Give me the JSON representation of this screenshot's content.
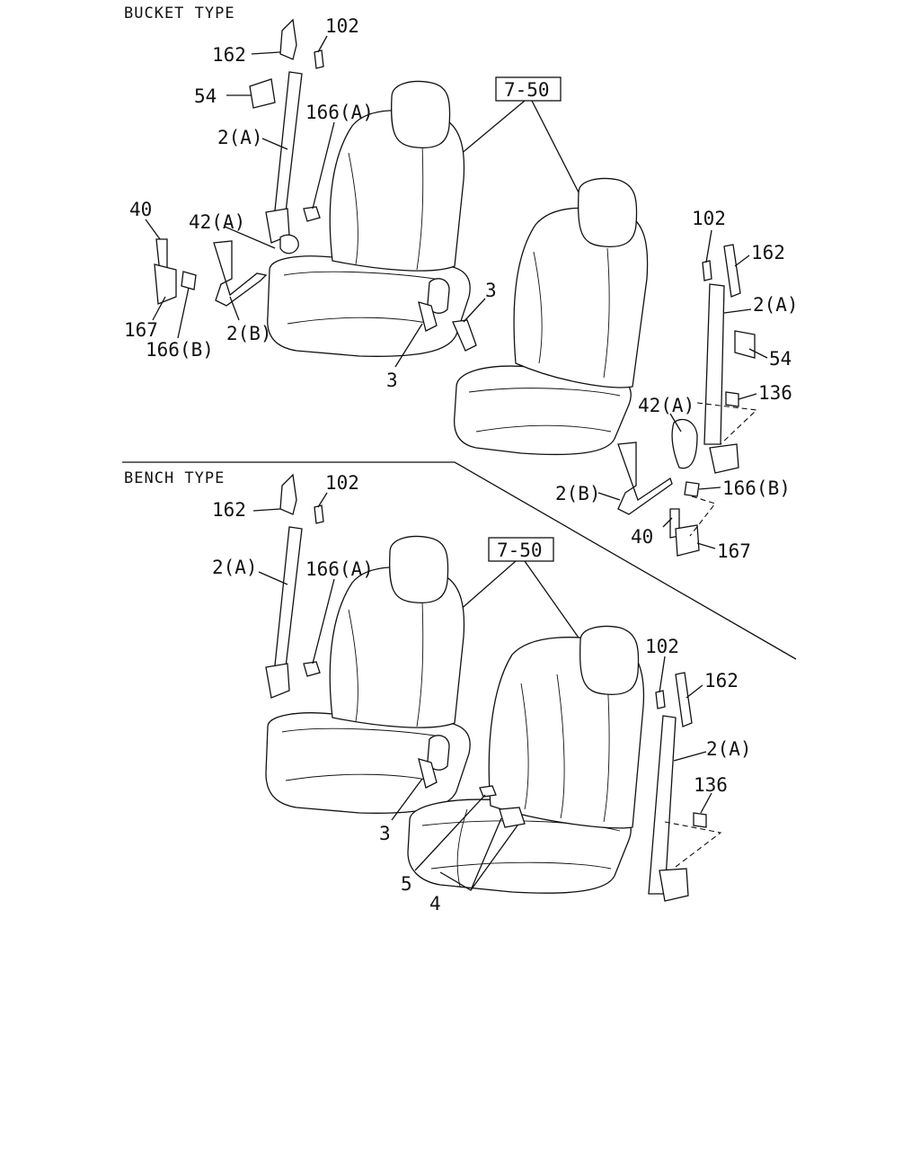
{
  "sections": [
    {
      "id": "bucket",
      "header": "BUCKET TYPE"
    },
    {
      "id": "bench",
      "header": "BENCH TYPE"
    }
  ],
  "refs": {
    "seat_ref": "7-50"
  },
  "labels": {
    "bucket": {
      "l162a": "162",
      "l102a": "102",
      "l54a": "54",
      "l166Aa": "166(A)",
      "l2Aa": "2(A)",
      "l40a": "40",
      "l42Aa": "42(A)",
      "l167a": "167",
      "l166Ba": "166(B)",
      "l2Ba": "2(B)",
      "l3a": "3",
      "l3b": "3",
      "l102b": "102",
      "l162b": "162",
      "l2Ab": "2(A)",
      "l54b": "54",
      "l136b": "136",
      "l42Ab": "42(A)",
      "l2Bb": "2(B)",
      "l166Bb": "166(B)",
      "l40b": "40",
      "l167b": "167"
    },
    "bench": {
      "l162a": "162",
      "l102a": "102",
      "l2Aa": "2(A)",
      "l166Aa": "166(A)",
      "l3": "3",
      "l5": "5",
      "l4": "4",
      "l102b": "102",
      "l162b": "162",
      "l2Ab": "2(A)",
      "l136": "136"
    }
  }
}
